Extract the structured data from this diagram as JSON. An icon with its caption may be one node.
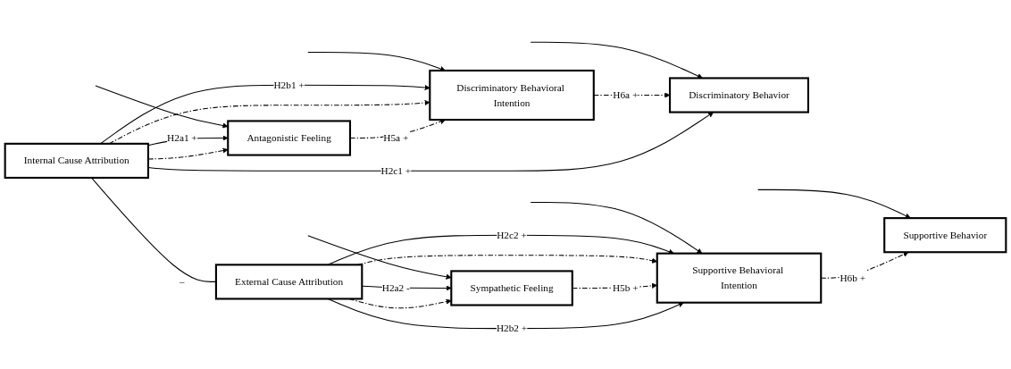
{
  "diagram": {
    "nodes": [
      {
        "text": [
          "Internal Cause Attribution"
        ]
      },
      {
        "text": [
          "Antagonistic Feeling"
        ]
      },
      {
        "text": [
          "Discriminatory Behavioral Intention"
        ]
      },
      {
        "text": [
          "Discriminatory Behavior"
        ]
      },
      {
        "text": [
          "External Cause Attribution"
        ]
      },
      {
        "text": [
          "Sympathetic Feeling"
        ]
      },
      {
        "text": [
          "Supportive Behavioral Intention"
        ]
      },
      {
        "text": [
          "Supportive Behavior"
        ]
      }
    ],
    "edges": [
      {
        "from": 0,
        "to": 3,
        "arrow": "to",
        "label": "H2c1 +"
      },
      {
        "from": 0,
        "to": 1,
        "arrow": "to",
        "style": "dashed"
      },
      {
        "from": 1,
        "to": 2,
        "arrow": "to",
        "style": "dashed",
        "label": "H5a +"
      },
      {
        "from": 0,
        "to": 2,
        "arrow": "to",
        "style": "dashed"
      },
      {
        "from": 2,
        "to": 3,
        "arrow": "to",
        "style": "dashed",
        "label": "H6a +"
      },
      {
        "from": 0,
        "to": 1,
        "arrow": "to",
        "label": "H2a1 +"
      },
      {
        "from": 0,
        "to": 2,
        "arrow": "to",
        "label": "H2b1 +"
      },
      {
        "from": 0,
        "to": 4,
        "arrow": "none",
        "label": "–"
      },
      {
        "from": 4,
        "to": 6,
        "arrow": "to",
        "label": "H2b2 +"
      },
      {
        "from": 4,
        "to": 5,
        "arrow": "to",
        "style": "dashed"
      },
      {
        "from": 5,
        "to": 6,
        "arrow": "to",
        "style": "dashed",
        "label": "H5b +"
      },
      {
        "from": 4,
        "to": 5,
        "arrow": "to",
        "label": "H2a2 -"
      },
      {
        "from": 4,
        "to": 6,
        "arrow": "to",
        "style": "dashed"
      },
      {
        "from": 6,
        "to": 7,
        "arrow": "to",
        "style": "dashed",
        "label": "H6b +"
      },
      {
        "from": 4,
        "to": 6,
        "arrow": "to",
        "label": "H2c2 +"
      },
      {
        "from": null,
        "to": 1,
        "arrow": "to"
      },
      {
        "from": null,
        "to": 2,
        "arrow": "to"
      },
      {
        "from": null,
        "to": 3,
        "arrow": "to"
      },
      {
        "from": null,
        "to": 5,
        "arrow": "to"
      },
      {
        "from": null,
        "to": 6,
        "arrow": "to"
      },
      {
        "from": null,
        "to": 7,
        "arrow": "to"
      }
    ]
  }
}
